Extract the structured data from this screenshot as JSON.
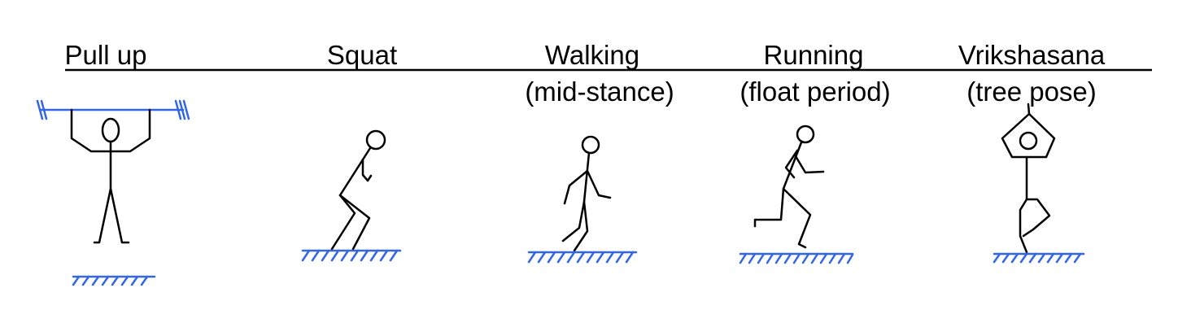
{
  "poses": [
    {
      "title": "Pull up",
      "subtitle": ""
    },
    {
      "title": "Squat",
      "subtitle": ""
    },
    {
      "title": "Walking",
      "subtitle": "(mid-stance)"
    },
    {
      "title": "Running",
      "subtitle": "(float period)"
    },
    {
      "title": "Vrikshasana",
      "subtitle": "(tree pose)"
    }
  ],
  "colors": {
    "ground": "#3366e6",
    "figure": "#000000",
    "rule": "#000000"
  }
}
